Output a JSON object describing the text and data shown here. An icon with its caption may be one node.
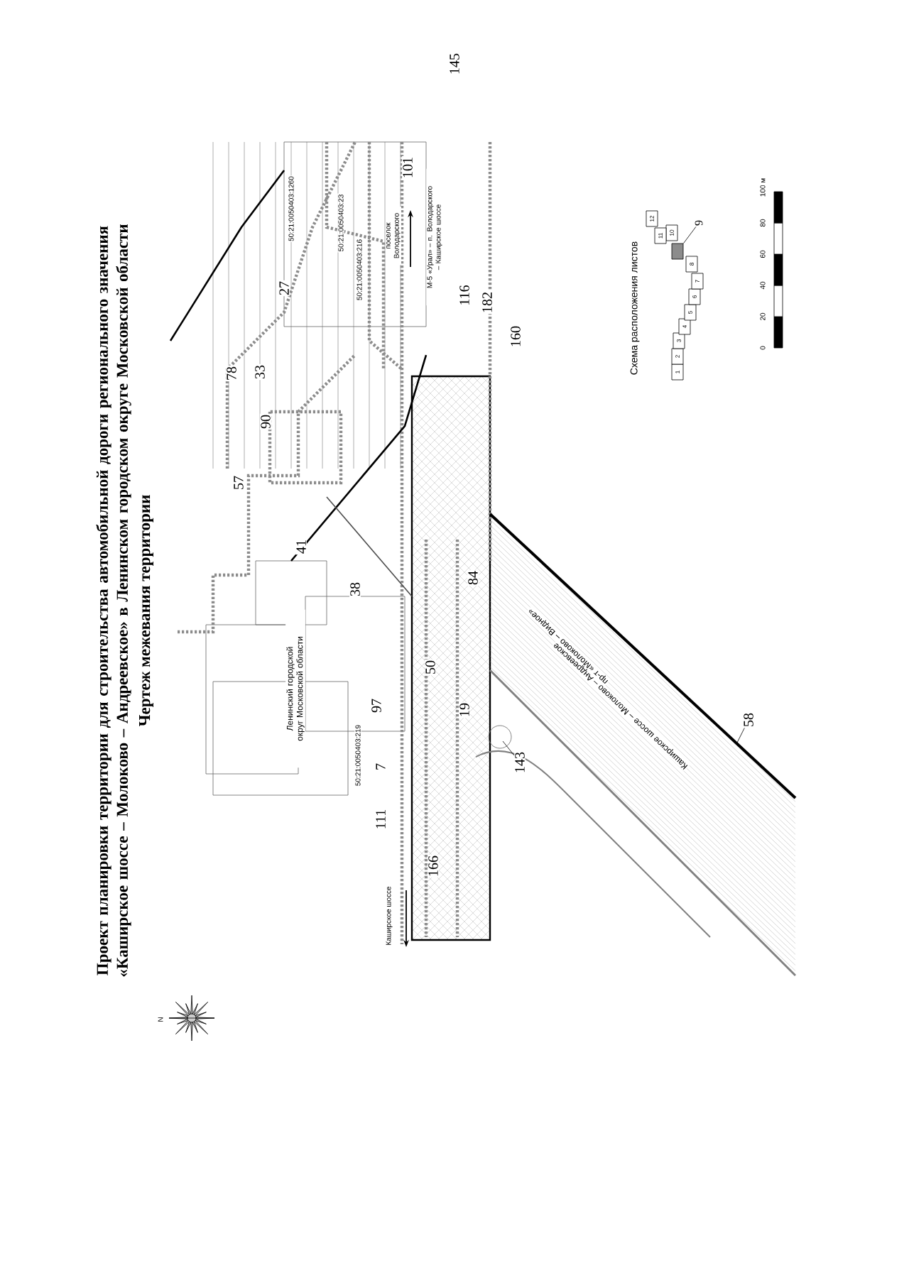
{
  "diagram": {
    "title": "Проект планировки территории для строительства автомобильной дороги регионального значения «Каширское шоссе – Молоково – Андреевское» в Ленинском городском округе Московской области",
    "nodes": [
      {
        "text": [
          "58"
        ]
      },
      {
        "text": [
          "143"
        ]
      },
      {
        "text": [
          "9"
        ]
      },
      {
        "text": [
          "1"
        ]
      },
      {
        "text": [
          "2"
        ]
      },
      {
        "text": [
          "3"
        ]
      },
      {
        "text": [
          "4"
        ]
      },
      {
        "text": [
          "5"
        ]
      },
      {
        "text": [
          "6"
        ]
      },
      {
        "text": [
          "7"
        ]
      },
      {
        "text": [
          "8"
        ]
      },
      {
        "text": [],
        "shape": "box"
      },
      {
        "text": [
          "10"
        ]
      },
      {
        "text": [
          "11"
        ]
      },
      {
        "text": [
          "12"
        ]
      }
    ],
    "edges": [
      {
        "from": 0,
        "to": null,
        "arrow": "none"
      },
      {
        "from": 1,
        "to": null,
        "arrow": "none"
      },
      {
        "from": 2,
        "to": 11,
        "arrow": "none"
      }
    ],
    "labels": [
      "145",
      "Чертеж межевания территории",
      "N",
      "50:21:0050403:1260",
      "50:21:0050403:23",
      "50:21:0050403:216",
      "101",
      "поселок Володарского",
      "М-5 «Урал» – п. Володарского – Каширское шоссе",
      "116",
      "182",
      "160",
      "27",
      "78",
      "33",
      "57",
      "90",
      "41",
      "38",
      "84",
      "50",
      "97",
      "19",
      "7",
      "111",
      "166",
      "Ленинский городской округ Московской области",
      "50:21:0050403:219",
      "Каширское шоссе",
      "пр-т «Молоково – Видное»",
      "Каширское шоссе – Молоково – Андреевское",
      "Схема расположения листов",
      "0",
      "20",
      "40",
      "60",
      "80",
      "100 м"
    ]
  }
}
